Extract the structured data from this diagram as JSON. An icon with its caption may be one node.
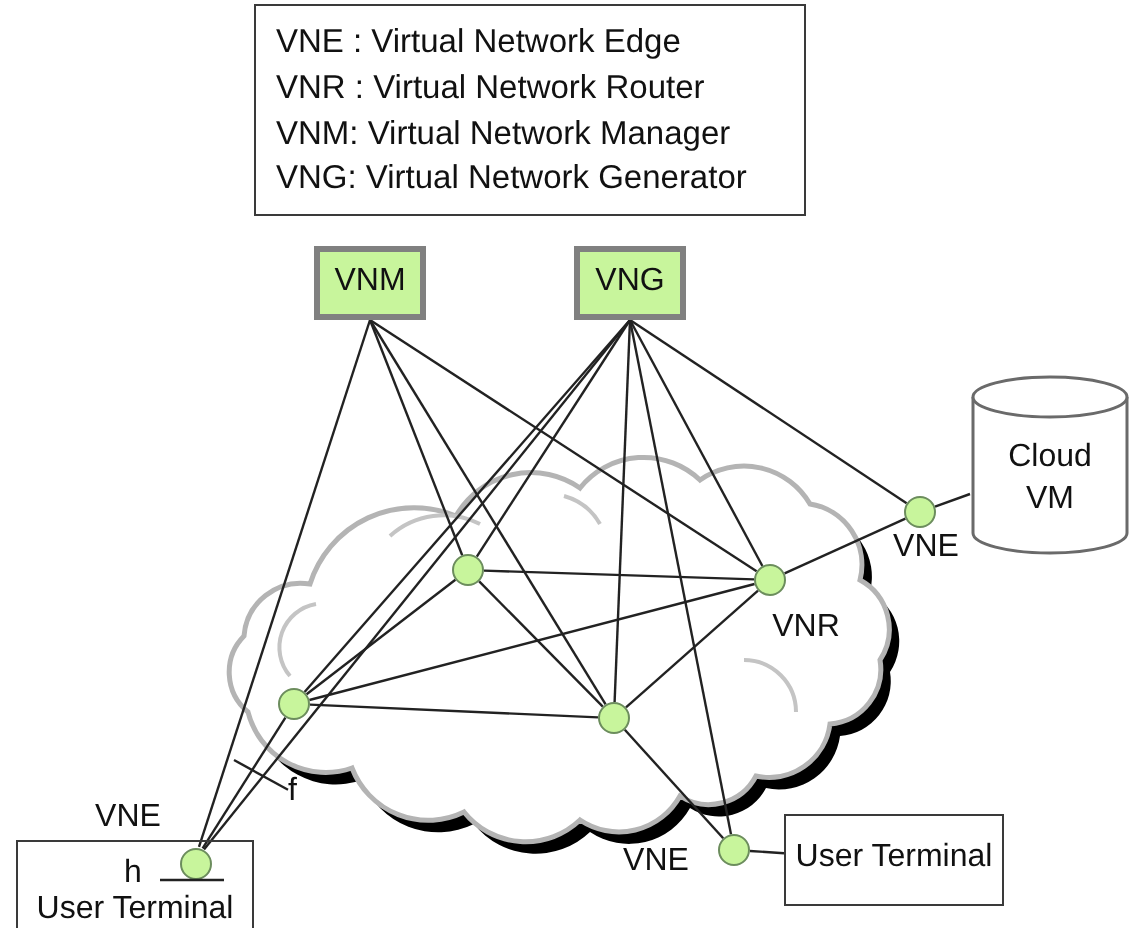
{
  "diagram": {
    "nodes": [
      {
        "text": [
          "VNE : Virtual Network Edge",
          "VNR : Virtual Network Router",
          "VNM: Virtual Network Manager",
          "VNG: Virtual Network Generator"
        ]
      },
      {
        "text": [
          "VNM"
        ]
      },
      {
        "text": [
          "VNG"
        ]
      },
      {
        "text": [
          "Cloud VM"
        ]
      },
      {
        "text": [],
        "shape": "circle",
        "beside": [
          "VNE"
        ]
      },
      {
        "text": [],
        "shape": "cloud"
      },
      {
        "text": [],
        "shape": "circle",
        "in": 5
      },
      {
        "text": [],
        "shape": "circle",
        "in": 5,
        "beside": [
          "VNR"
        ]
      },
      {
        "text": [],
        "shape": "circle",
        "in": 5
      },
      {
        "text": [],
        "shape": "circle",
        "in": 5
      },
      {
        "text": [
          "User Terminal"
        ]
      },
      {
        "text": [],
        "shape": "circle",
        "beside": [
          "VNE"
        ]
      },
      {
        "text": [
          "h",
          "User Terminal"
        ]
      },
      {
        "text": [],
        "shape": "circle",
        "in": 12,
        "beside": [
          "VNE"
        ]
      },
      {
        "text": [
          "f"
        ]
      }
    ],
    "edges": [
      {
        "from": 1,
        "to": 13,
        "arrow": "none"
      },
      {
        "from": 1,
        "to": 6,
        "arrow": "none"
      },
      {
        "from": 1,
        "to": 9,
        "arrow": "none"
      },
      {
        "from": 1,
        "to": 7,
        "arrow": "none"
      },
      {
        "from": 2,
        "to": 6,
        "arrow": "none"
      },
      {
        "from": 2,
        "to": 8,
        "arrow": "none"
      },
      {
        "from": 2,
        "to": 13,
        "arrow": "none"
      },
      {
        "from": 2,
        "to": 9,
        "arrow": "none"
      },
      {
        "from": 2,
        "to": 11,
        "arrow": "none"
      },
      {
        "from": 2,
        "to": 7,
        "arrow": "none"
      },
      {
        "from": 2,
        "to": 4,
        "arrow": "none"
      },
      {
        "from": 6,
        "to": 7,
        "arrow": "none"
      },
      {
        "from": 6,
        "to": 8,
        "arrow": "none"
      },
      {
        "from": 6,
        "to": 9,
        "arrow": "none"
      },
      {
        "from": 8,
        "to": 7,
        "arrow": "none"
      },
      {
        "from": 8,
        "to": 9,
        "arrow": "none"
      },
      {
        "from": 8,
        "to": 13,
        "arrow": "none"
      },
      {
        "from": 9,
        "to": 7,
        "arrow": "none"
      },
      {
        "from": 9,
        "to": 11,
        "arrow": "none"
      },
      {
        "from": 7,
        "to": 4,
        "arrow": "none"
      },
      {
        "from": 4,
        "to": 3,
        "arrow": "none"
      },
      {
        "from": 11,
        "to": 10,
        "arrow": "none"
      },
      {
        "from": 14,
        "to": null,
        "arrow": "none"
      }
    ]
  }
}
